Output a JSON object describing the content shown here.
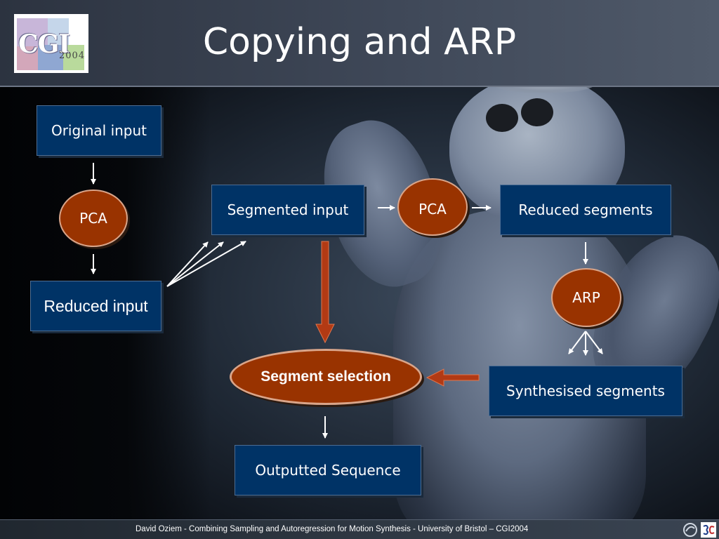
{
  "header": {
    "title": "Copying and ARP",
    "logo_text": "CGI",
    "logo_year": "2004"
  },
  "diagram": {
    "original_input": "Original input",
    "pca_left": "PCA",
    "reduced_input": "Reduced input",
    "segmented_input": "Segmented input",
    "pca_top": "PCA",
    "reduced_segments": "Reduced segments",
    "arp": "ARP",
    "segment_selection": "Segment selection",
    "synthesised_segments": "Synthesised segments",
    "outputted_sequence": "Outputted Sequence"
  },
  "footer": {
    "text": "David Oziem - Combining Sampling and Autoregression for Motion Synthesis  - University of Bristol – CGI2004"
  },
  "colors": {
    "box_fill": "#003366",
    "ellipse_fill": "#993300",
    "big_arrow": "#b23a14"
  }
}
